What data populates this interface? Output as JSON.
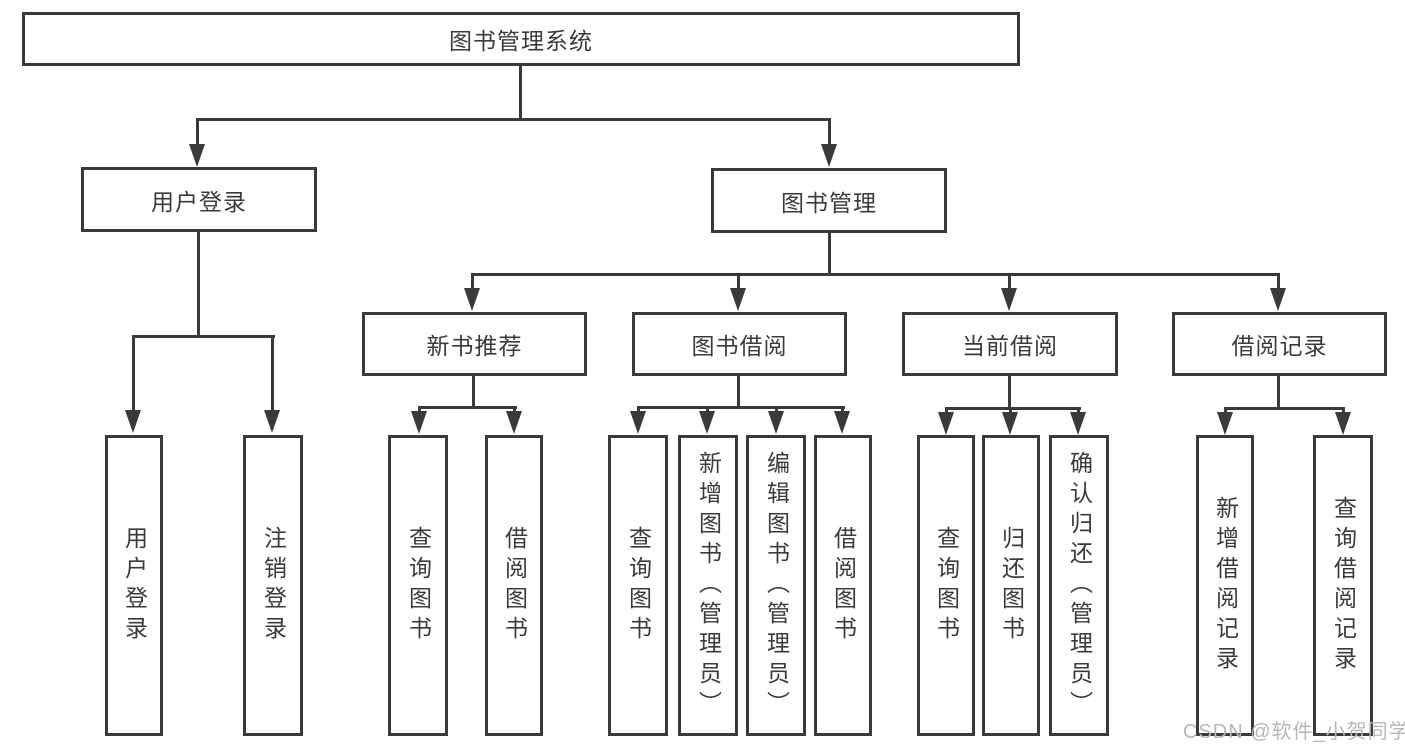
{
  "tree": {
    "label": "图书管理系统",
    "children": [
      {
        "label": "用户登录",
        "children": [
          {
            "label": "用户登录"
          },
          {
            "label": "注销登录"
          }
        ]
      },
      {
        "label": "图书管理",
        "children": [
          {
            "label": "新书推荐",
            "children": [
              {
                "label": "查询图书"
              },
              {
                "label": "借阅图书"
              }
            ]
          },
          {
            "label": "图书借阅",
            "children": [
              {
                "label": "查询图书"
              },
              {
                "label": "新增图书（管理员）"
              },
              {
                "label": "编辑图书（管理员）"
              },
              {
                "label": "借阅图书"
              }
            ]
          },
          {
            "label": "当前借阅",
            "children": [
              {
                "label": "查询图书"
              },
              {
                "label": "归还图书"
              },
              {
                "label": "确认归还（管理员）"
              }
            ]
          },
          {
            "label": "借阅记录",
            "children": [
              {
                "label": "新增借阅记录"
              },
              {
                "label": "查询借阅记录"
              }
            ]
          }
        ]
      }
    ]
  },
  "watermark": {
    "text": "CSDN @软件_小贺同学"
  },
  "colors": {
    "line": "#3a3a3c",
    "text": "#3b3b3d",
    "watermark_text": "#b7b7b7",
    "background": "#ffffff"
  }
}
